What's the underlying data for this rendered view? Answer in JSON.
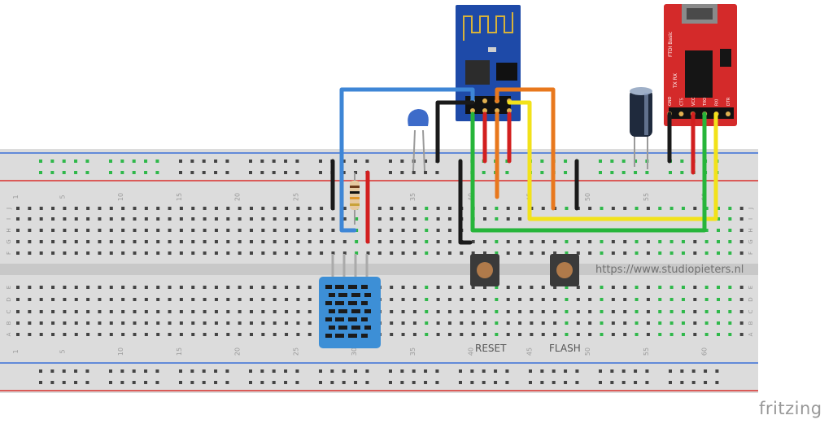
{
  "breadboard": {
    "column_numbers": [
      "1",
      "5",
      "10",
      "15",
      "20",
      "25",
      "30",
      "35",
      "40",
      "45",
      "50",
      "55",
      "60"
    ],
    "row_letters_top": [
      "J",
      "I",
      "H",
      "G",
      "F"
    ],
    "row_letters_bottom": [
      "E",
      "D",
      "C",
      "B",
      "A"
    ]
  },
  "buttons": {
    "reset_label": "RESET",
    "flash_label": "FLASH"
  },
  "watermark": "https://www.studiopieters.nl",
  "brand": "fritzing",
  "ftdi": {
    "label": "FTDI Basic",
    "pins": [
      "GND",
      "CTS",
      "VCC",
      "TXO",
      "RXI",
      "DTR"
    ],
    "leds": "TX RX"
  },
  "colors": {
    "rail_blue": "#3a6fd8",
    "rail_red": "#d9302c",
    "wire_blue": "#3e86d6",
    "wire_black": "#1a1a1a",
    "wire_red": "#d21f1f",
    "wire_green": "#27b53a",
    "wire_orange": "#e8781d",
    "wire_yellow": "#f2e21a",
    "esp_board": "#1e4aa8",
    "ftdi_board": "#d42a2a",
    "dht_body": "#3d8fd6"
  }
}
